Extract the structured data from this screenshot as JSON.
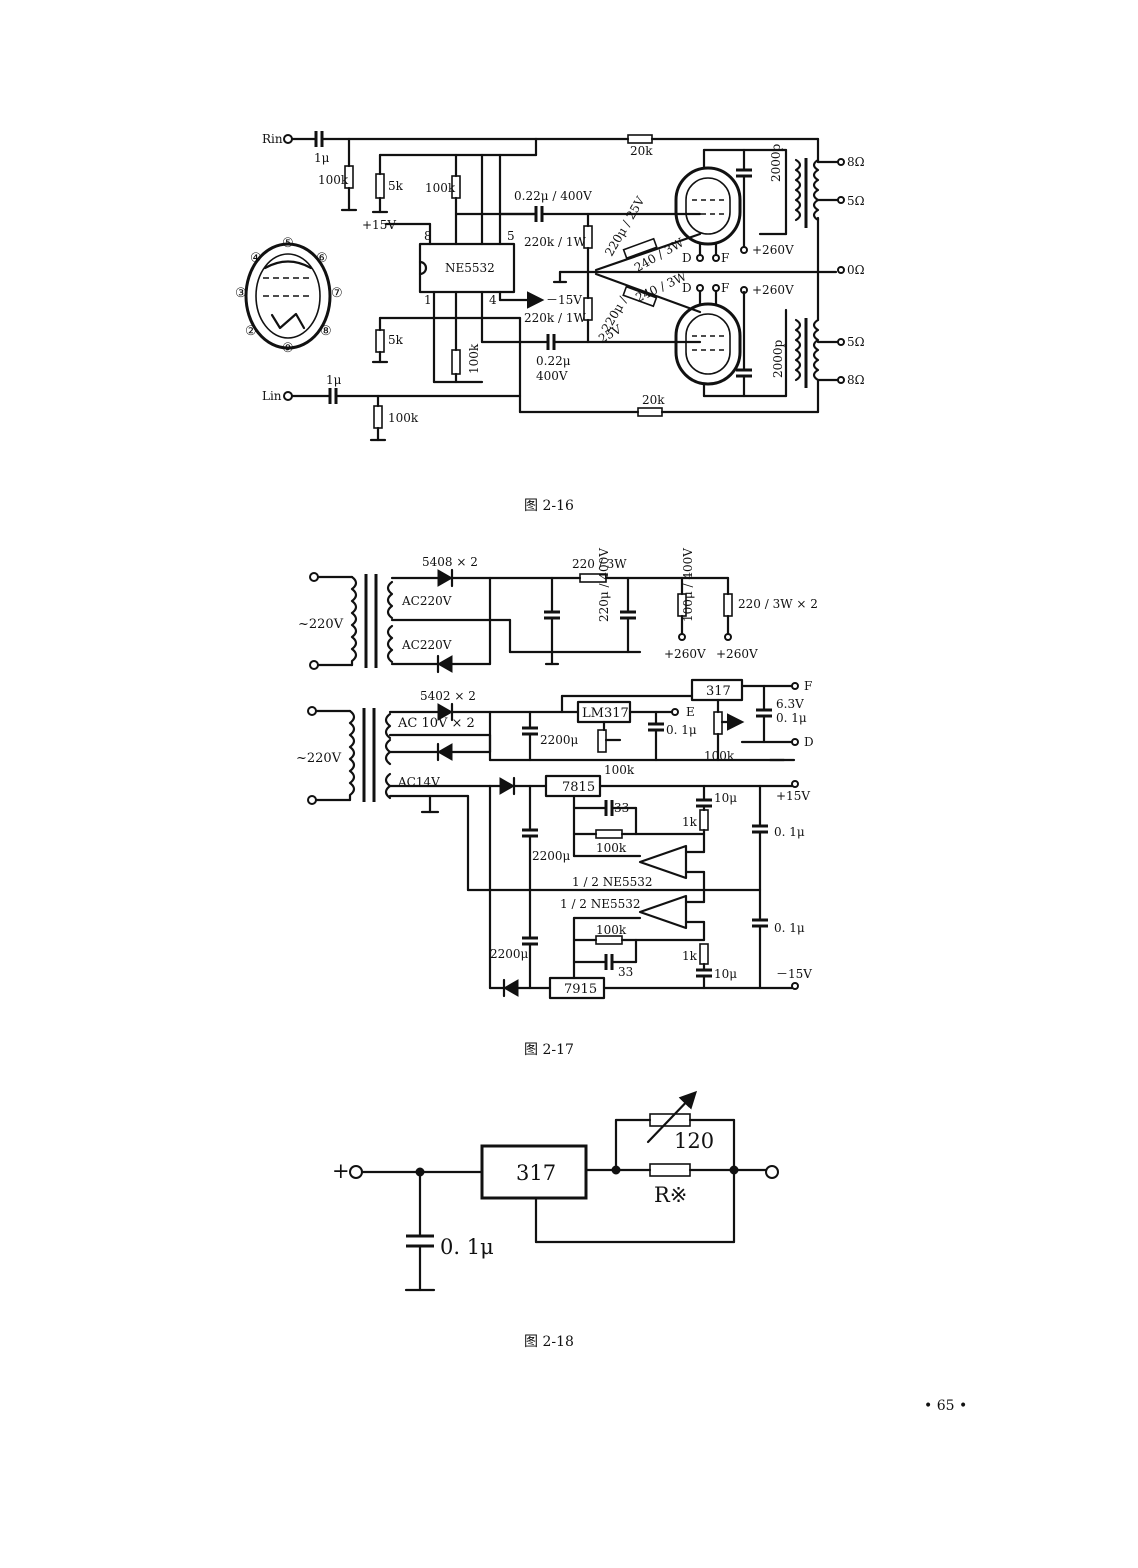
{
  "page_number": "• 65 •",
  "fig16": {
    "caption": "图   2-16",
    "rin": "Rin",
    "lin": "Lin",
    "c_in_r": "1μ",
    "c_in_l": "1μ",
    "r_in_r": "100k",
    "r_in_l": "100k",
    "r5k_top": "5k",
    "r5k_bot": "5k",
    "r100k_top": "100k",
    "r100k_bot": "100k",
    "plus15": "+15V",
    "minus15": "－15V",
    "ic": "NE5532",
    "pin8": "8",
    "pin5": "5",
    "pin1": "1",
    "pin4": "4",
    "c_top": "0.22μ / 400V",
    "c_bot1": "0.22μ",
    "c_bot2": "400V",
    "r_grid_top": "220k / 1W",
    "r_grid_bot": "220k / 1W",
    "ck_top": "220μ / 25V",
    "rk_top": "240 / 3W",
    "rk_bot": "240 / 3W",
    "ck_bot1": "220μ /",
    "ck_bot2": "25V",
    "fb_top": "20k",
    "fb_bot": "20k",
    "cp_top": "2000p",
    "cp_bot": "2000p",
    "b_top": "+260V",
    "b_bot": "+260V",
    "d_top": "D",
    "f_top": "F",
    "d_bot": "D",
    "f_bot": "F",
    "out_8_top": "8Ω",
    "out_5_top": "5Ω",
    "out_0": "0Ω",
    "out_5_bot": "5Ω",
    "out_8_bot": "8Ω",
    "pins": [
      "④",
      "⑤",
      "⑥",
      "③",
      "⑦",
      "②",
      "⑨",
      "⑧"
    ]
  },
  "fig17": {
    "caption": "图   2-17",
    "mains1": "~220V",
    "mains2": "~220V",
    "diodes_hv": "5408 × 2",
    "ac_hv1": "AC220V",
    "ac_hv2": "AC220V",
    "r_hv": "220 / 3W",
    "c_hv1": "220μ / 400V",
    "c_hv2": "100μ / 400V",
    "r_bleed": "220 / 3W × 2",
    "b1": "+260V",
    "b2": "+260V",
    "diodes_lv": "5402 × 2",
    "ac_lv": "AC 10V × 2",
    "c_lv": "2200μ",
    "lm317": "LM317",
    "reg317": "317",
    "pot1": "100k",
    "pot2": "100k",
    "c_e": "0. 1μ",
    "c_f": "0. 1μ",
    "v63": "6.3V",
    "term_e": "E",
    "term_f": "F",
    "term_d": "D",
    "ac14": "AC14V",
    "reg7815": "7815",
    "reg7915": "7915",
    "c_p": "2200μ",
    "c_n": "2200μ",
    "c33_top": "33",
    "c33_bot": "33",
    "r100k_top": "100k",
    "r100k_bot": "100k",
    "r1k_top": "1k",
    "r1k_bot": "1k",
    "c10_top": "10μ",
    "c10_bot": "10μ",
    "op_top": "1 / 2  NE5532",
    "op_bot": "1 / 2  NE5532",
    "c01_top": "0. 1μ",
    "c01_bot": "0. 1μ",
    "p15": "+15V",
    "m15": "－15V"
  },
  "fig18": {
    "caption": "图   2-18",
    "reg": "317",
    "rv": "120",
    "rx": "R※",
    "cap": "0. 1μ",
    "plus": "+"
  }
}
